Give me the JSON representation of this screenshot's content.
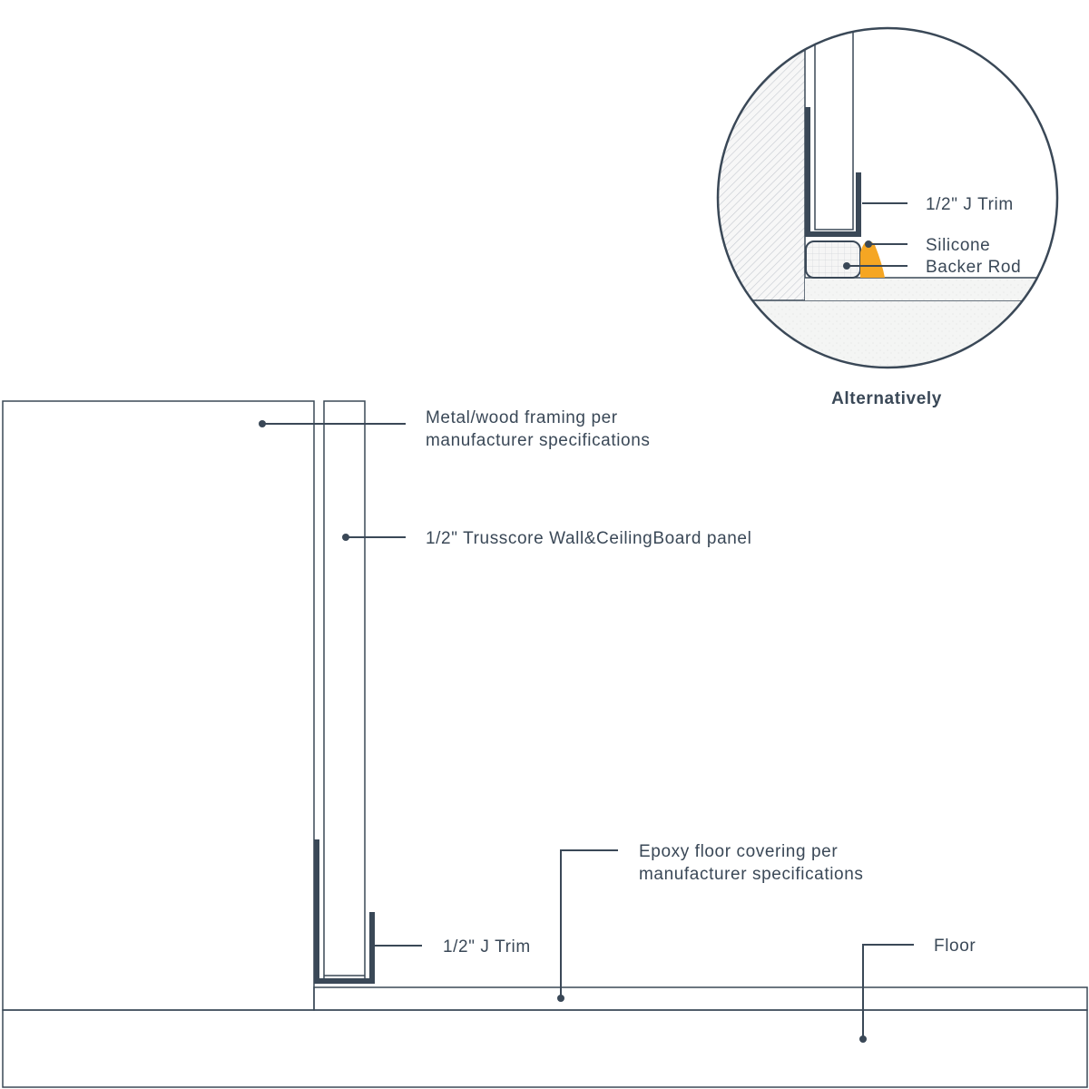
{
  "labels": {
    "framing_line1": "Metal/wood framing per",
    "framing_line2": "manufacturer specifications",
    "panel": "1/2\" Trusscore Wall&CeilingBoard panel",
    "epoxy_line1": "Epoxy floor covering per",
    "epoxy_line2": "manufacturer specifications",
    "j_trim": "1/2\" J Trim",
    "floor": "Floor"
  },
  "inset": {
    "j_trim": "1/2\" J Trim",
    "silicone": "Silicone",
    "backer_rod": "Backer Rod",
    "caption": "Alternatively"
  },
  "colors": {
    "line": "#3a4857",
    "silicone": "#f5a623",
    "hatch": "#c8ccd2",
    "floor_fill": "#f4f5f4"
  }
}
